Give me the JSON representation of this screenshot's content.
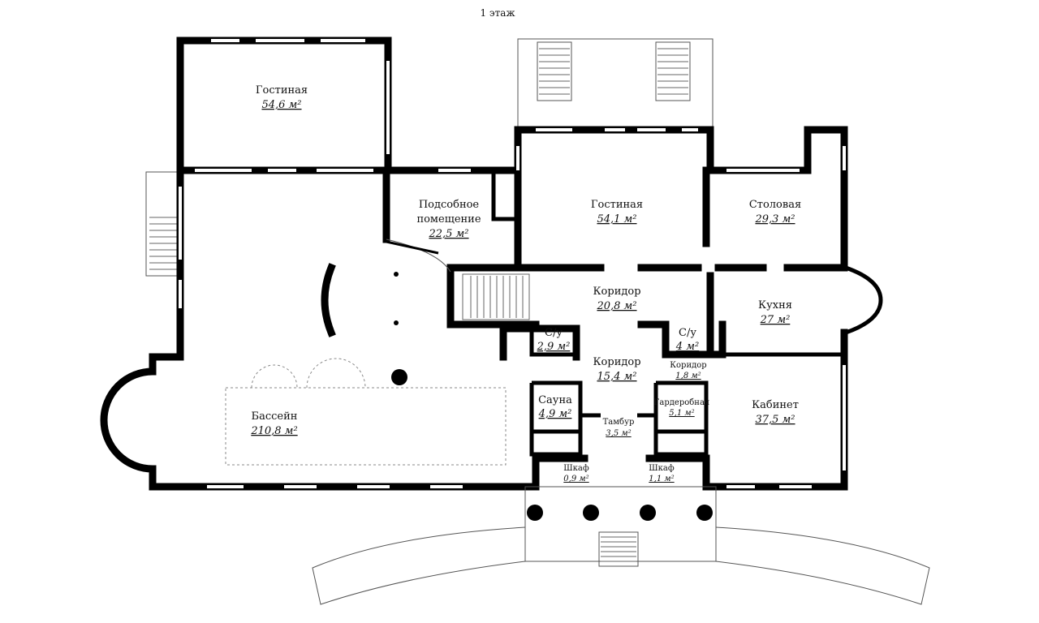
{
  "title": "1 этаж",
  "rooms": [
    {
      "name": "Гостиная",
      "area": "54,6 м²"
    },
    {
      "name": "Подсобное",
      "name2": "помещение",
      "area": "22,5 м²"
    },
    {
      "name": "Гостиная",
      "area": "54,1 м²"
    },
    {
      "name": "Столовая",
      "area": "29,3 м²"
    },
    {
      "name": "Коридор",
      "area": "20,8 м²"
    },
    {
      "name": "Кухня",
      "area": "27 м²"
    },
    {
      "name": "С/у",
      "area": "2,9 м²"
    },
    {
      "name": "С/у",
      "area": "4 м²"
    },
    {
      "name": "Коридор",
      "area": "15,4 м²"
    },
    {
      "name": "Коридор",
      "area": "1,8 м²"
    },
    {
      "name": "Сауна",
      "area": "4,9 м²"
    },
    {
      "name": "Гардеробная",
      "area": "5,1 м²"
    },
    {
      "name": "Тамбур",
      "area": "3,5 м²"
    },
    {
      "name": "Кабинет",
      "area": "37,5 м²"
    },
    {
      "name": "Бассейн",
      "area": "210,8 м²"
    },
    {
      "name": "Шкаф",
      "area": "0,9 м²"
    },
    {
      "name": "Шкаф",
      "area": "1,1 м²"
    }
  ]
}
